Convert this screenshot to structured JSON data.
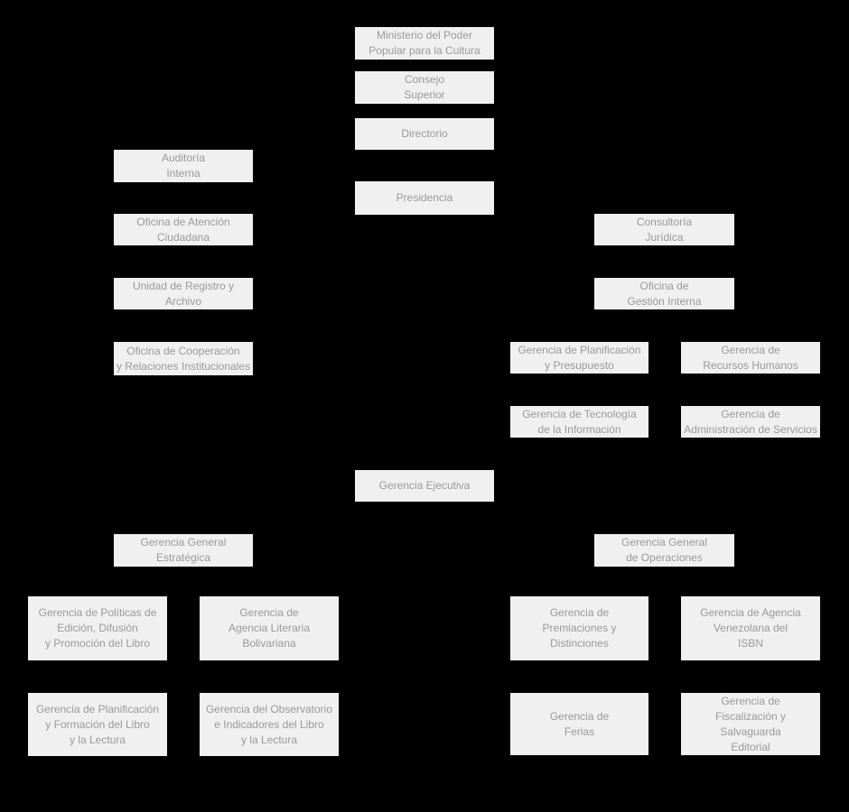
{
  "colors": {
    "background": "#000000",
    "node_fill": "#f0f0f0",
    "node_text": "#999999"
  },
  "org_chart": {
    "type": "organizational-chart",
    "nodes": {
      "ministerio": {
        "label": "Ministerio del Poder\nPopular para la Cultura"
      },
      "consejo_superior": {
        "label": "Consejo\nSuperior"
      },
      "directorio": {
        "label": "Directorio"
      },
      "presidencia": {
        "label": "Presidencia"
      },
      "auditoria_interna": {
        "label": "Auditoría\nInterna"
      },
      "oficina_atencion_ciudadana": {
        "label": "Oficina de Atención\nCiudadana"
      },
      "unidad_registro_archivo": {
        "label": "Unidad de Registro y\nArchivo"
      },
      "oficina_cooperacion": {
        "label": "Oficina de Cooperación\ny Relaciones Institucionales"
      },
      "consultoria_juridica": {
        "label": "Consultoría\nJurídica"
      },
      "oficina_gestion_interna": {
        "label": "Oficina de\nGestión Interna"
      },
      "gerencia_planificacion_presupuesto": {
        "label": "Gerencia de Planificación\ny Presupuesto"
      },
      "gerencia_recursos_humanos": {
        "label": "Gerencia de\nRecursos Humanos"
      },
      "gerencia_tecnologia_informacion": {
        "label": "Gerencia de Tecnología\nde la Información"
      },
      "gerencia_administracion_servicios": {
        "label": "Gerencia de\nAdministración de Servicios"
      },
      "gerencia_ejecutiva": {
        "label": "Gerencia Ejecutiva"
      },
      "gerencia_general_estrategica": {
        "label": "Gerencia General\nEstratégica"
      },
      "gerencia_general_operaciones": {
        "label": "Gerencia General\nde Operaciones"
      },
      "gerencia_politicas_edicion": {
        "label": "Gerencia de Políticas de\nEdición, Difusión\ny Promoción del Libro"
      },
      "gerencia_agencia_literaria": {
        "label": "Gerencia de\nAgencia Literaria\nBolivariana"
      },
      "gerencia_planificacion_formacion": {
        "label": "Gerencia de Planificación\ny Formación del Libro\ny la Lectura"
      },
      "gerencia_observatorio": {
        "label": "Gerencia del Observatorio\ne Indicadores del Libro\ny la Lectura"
      },
      "gerencia_premiaciones": {
        "label": "Gerencia de\nPremiaciones y\nDistinciones"
      },
      "gerencia_agencia_isbn": {
        "label": "Gerencia de Agencia\nVenezolana del\nISBN"
      },
      "gerencia_ferias": {
        "label": "Gerencia de\nFerias"
      },
      "gerencia_fiscalizacion": {
        "label": "Gerencia de\nFiscalización y\nSalvaguarda\nEditorial"
      }
    }
  }
}
